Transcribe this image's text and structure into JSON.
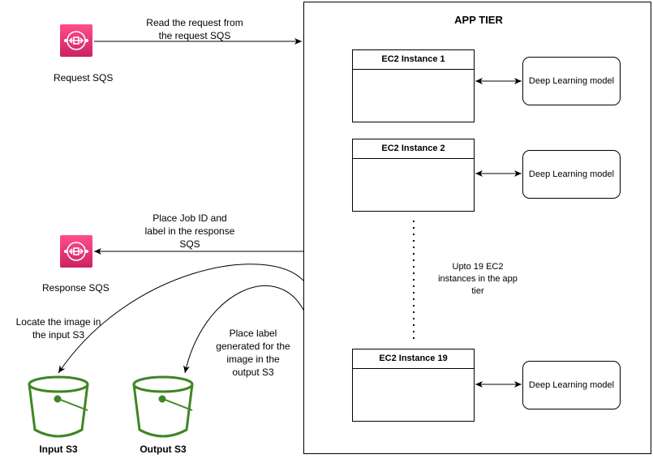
{
  "app_tier": {
    "title": "APP TIER",
    "instances": [
      {
        "label": "EC2 Instance 1",
        "model": "Deep Learning model"
      },
      {
        "label": "EC2 Instance 2",
        "model": "Deep Learning model"
      },
      {
        "label": "EC2 Instance 19",
        "model": "Deep Learning model"
      }
    ],
    "scaling_note": "Upto 19 EC2\ninstances in the app\ntier"
  },
  "queues": {
    "request": "Request SQS",
    "response": "Response SQS"
  },
  "buckets": {
    "input": "Input S3",
    "output": "Output S3"
  },
  "edges": {
    "read_request": "Read the request from\nthe request SQS",
    "place_response": "Place Job ID and\nlabel in the response\nSQS",
    "locate_image": "Locate the image in\nthe input S3",
    "place_label": "Place label\ngenerated for the\nimage in the\noutput S3"
  },
  "colors": {
    "sqs": "#e7157b",
    "s3": "#3f8624",
    "line": "#000000"
  }
}
